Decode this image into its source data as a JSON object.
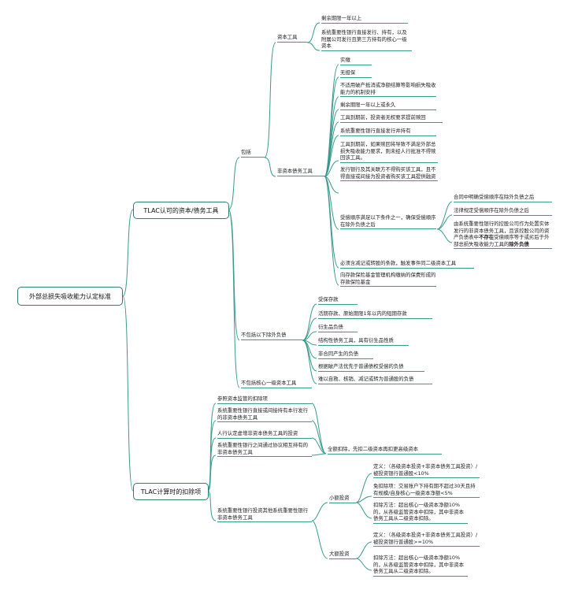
{
  "root": "外部总损失吸收能力认定标准",
  "b1": {
    "title": "TLAC认可的资本/债务工具",
    "include": "包括",
    "capital": {
      "label": "资本工具",
      "items": [
        "剩余期限一年以上",
        "系统重要性银行直接发行、持有，以及附属公司发行且第三方持有的核心一级资本"
      ]
    },
    "noncap": {
      "label": "非资本债务工具",
      "items": [
        "实缴",
        "无担保",
        "不适用破产抵消或净额结算等影响损失吸收能力的机制安排",
        "剩余期限一年以上或永久",
        "工具到期前，投资者无权要求提前赎回",
        "系统重要性银行直接发行并持有",
        "工具到期前，如果赎回将导致不满足外部总损失吸收能力要求，则未经人行批准不得赎回该工具。",
        "发行银行及其关联方不得购买该工具，且不得直接或间接为投资者购买该工具提供融资"
      ],
      "order": {
        "label": "受偿顺序满足以下条件之一，确保受偿顺序在除外负债之后",
        "items": [
          "合同中明确受偿顺序在除外负债之后",
          "法律规定受偿顺序在除外负债之后",
          "由系统重要性银行的控股公司作为处置实体发行的非资本债务工具，且该控股公司的资产负债表中不存在受偿顺序等于或劣后于外部总损失吸收能力工具的除外负债"
        ]
      },
      "items2": [
        "必须含减记或转股的条款，触发事件同二级资本工具",
        "向存款保险基金管理机构缴纳的保费形成的存款保险基金"
      ]
    },
    "exclude": {
      "label": "不包括以下除外负债",
      "items": [
        "受保存款",
        "活期存款、原始期限1年以内的短期存款",
        "衍生品负债",
        "结构性债务工具，具有衍生品性质",
        "非合同产生的负债",
        "根据破产法优先于普通债权受偿的负债",
        "难以自救、核销、减记或转为普通股的负债"
      ]
    },
    "exclude2": "不包括核心一级资本工具"
  },
  "b2": {
    "title": "TLAC计算时的扣除项",
    "items": [
      "参照资本监管的扣除项",
      "系统重要性银行直接或间接持有本行发行的非资本债务工具",
      "人行认定虚增非资本债务工具的投资",
      "系统重要性银行之间通过协议相互持有的非资本债务工具",
      "系统重要性银行投资其他系统重要性银行非资本债务工具"
    ],
    "full": "全额扣除，先扣二级资本再扣更高级资本",
    "small": {
      "label": "小额投资",
      "def": "定义：（各级资本投资+非资本债务工具投资）/被投资银行普通股<10%",
      "exempt": "免扣除项：交易账户下持有期不超过30天且持有规模/自身核心一级资本净额<5%",
      "method": "扣除方法：超出核心一级资本净额10%的，从各级监管资本中扣除，其中非资本债务工具从二级资本扣除。"
    },
    "large": {
      "label": "大额投资",
      "def": "定义：（各级资本投资+非资本债务工具投资）/被投资银行普通股>=10%",
      "method": "扣除方法：超出核心一级资本净额10%的，从各级监管资本中扣除，其中非资本债务工具从二级资本扣除。"
    }
  }
}
